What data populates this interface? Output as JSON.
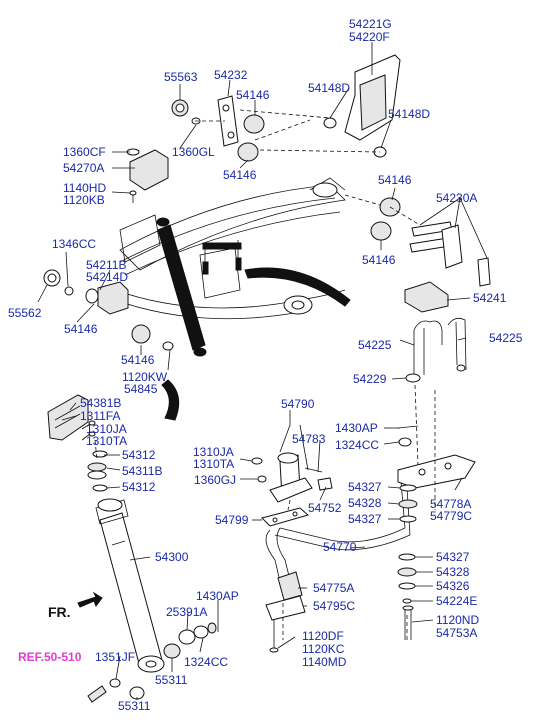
{
  "labels": {
    "p54221G": "54221G",
    "p54220F": "54220F",
    "p55563": "55563",
    "p54232": "54232",
    "p54148D_a": "54148D",
    "p54148D_b": "54148D",
    "p54146_a": "54146",
    "p1360CF": "1360CF",
    "p1360GL": "1360GL",
    "p54270A": "54270A",
    "p54146_b": "54146",
    "p1140HD": "1140HD",
    "p1120KB": "1120KB",
    "p54146_c": "54146",
    "p54230A": "54230A",
    "p1346CC": "1346CC",
    "p54146_d": "54146",
    "p54211B": "54211B",
    "p54214D": "54214D",
    "p55562": "55562",
    "p54241": "54241",
    "p54146_e": "54146",
    "p54225_a": "54225",
    "p54225_b": "54225",
    "p54146_f": "54146",
    "p1120KW": "1120KW",
    "p54845": "54845",
    "p54229": "54229",
    "p54381B": "54381B",
    "p1311FA": "1311FA",
    "p1310JA_a": "1310JA",
    "p1310TA_a": "1310TA",
    "p54790": "54790",
    "p1430AP_a": "1430AP",
    "p54783": "54783",
    "p1324CC_a": "1324CC",
    "p54312_a": "54312",
    "p54311B": "54311B",
    "p54312_b": "54312",
    "p1310JA_b": "1310JA",
    "p1310TA_b": "1310TA",
    "p1360GJ": "1360GJ",
    "p54752": "54752",
    "p54327_a": "54327",
    "p54328_a": "54328",
    "p54327_b": "54327",
    "p54778A": "54778A",
    "p54779C": "54779C",
    "p54799": "54799",
    "p54770": "54770",
    "p54300": "54300",
    "p54327_c": "54327",
    "p54328_b": "54328",
    "p54775A": "54775A",
    "p54326": "54326",
    "p1430AP_b": "1430AP",
    "p25391A": "25391A",
    "p54795C": "54795C",
    "p54224E": "54224E",
    "p1120ND": "1120ND",
    "p54753A": "54753A",
    "p1324CC_b": "1324CC",
    "p1120DF": "1120DF",
    "p1120KC": "1120KC",
    "p1140MD": "1140MD",
    "p1351JF": "1351JF",
    "p55311_a": "55311",
    "p55311_b": "55311",
    "ref": "REF.50-510",
    "fr": "FR."
  },
  "colors": {
    "label": "#1a2aa8",
    "ref_label": "#e23ad6",
    "line": "#111111"
  }
}
